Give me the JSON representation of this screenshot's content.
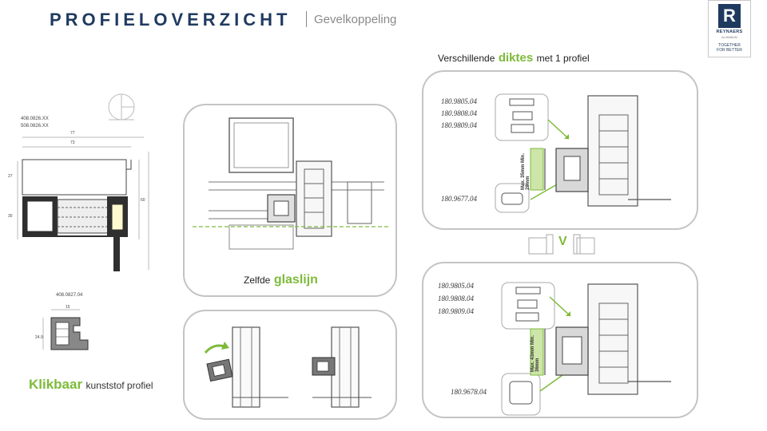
{
  "header": {
    "title": "PROFIELOVERZICHT",
    "subtitle": "Gevelkoppeling"
  },
  "logo": {
    "letter": "R",
    "name": "REYNAERS",
    "sub": "ALUMINIUM",
    "tagline_1": "TOGETHER",
    "tagline_2": "FOR BETTER"
  },
  "left_drawing": {
    "code_1": "408.0826.XX",
    "code_2": "508.0826.XX",
    "code_3": "408.0827.04",
    "dim_w1": "77",
    "dim_w2": "73",
    "dim_h1": "27",
    "dim_h2": "30",
    "dim_h3": "60",
    "dim_small_w": "15",
    "dim_small_h": "24.9"
  },
  "klikbaar": {
    "highlight": "Klikbaar",
    "rest": "kunststof profiel"
  },
  "center": {
    "caption_prefix": "Zelfde",
    "caption_highlight": "glaslijn"
  },
  "right": {
    "heading_prefix": "Verschillende",
    "heading_highlight": "diktes",
    "heading_suffix": "met 1 profiel",
    "or_symbol": "V",
    "top_codes": [
      "180.9805.04",
      "180.9808.04",
      "180.9809.04"
    ],
    "top_bottom_code": "180.9677.04",
    "top_dim": "Max. 35mm Min. 29mm",
    "bottom_codes": [
      "180.9805.04",
      "180.9808.04",
      "180.9809.04"
    ],
    "bottom_bottom_code": "180.9678.04",
    "bottom_dim": "Max. 43mm Min. 36mm"
  },
  "colors": {
    "accent_green": "#7dbb3a",
    "brand_navy": "#1f3a5f",
    "panel_border": "#c4c4c4"
  }
}
